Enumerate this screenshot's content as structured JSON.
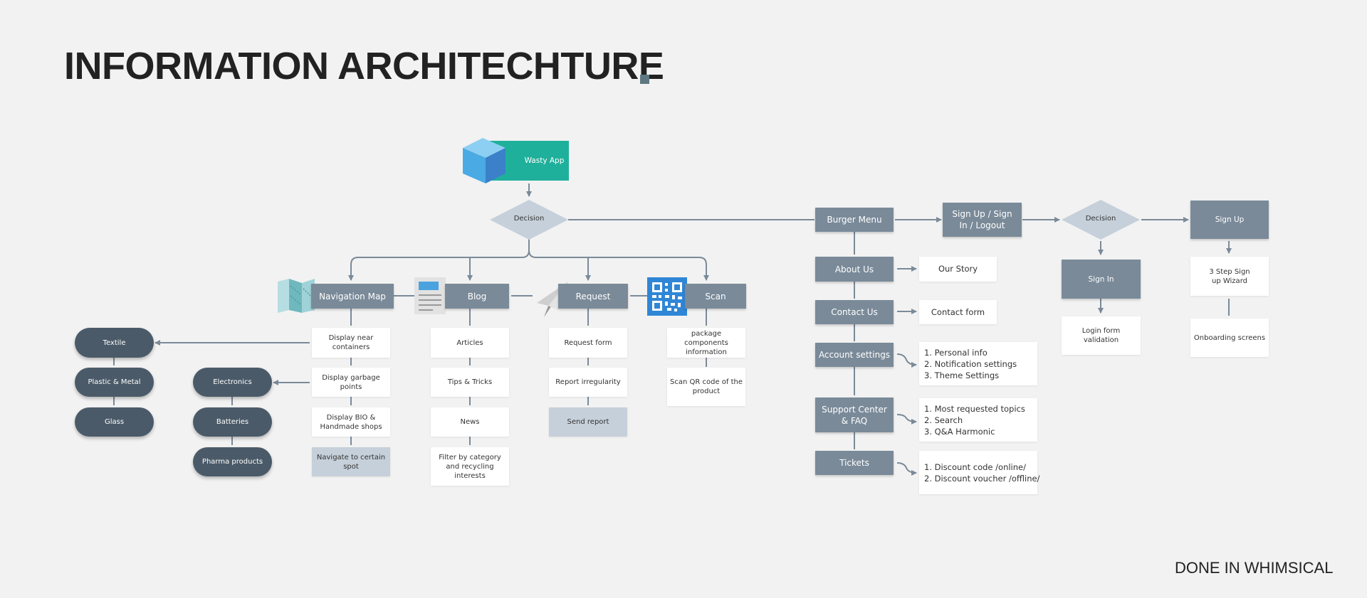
{
  "title": "INFORMATION ARCHITECHTURE",
  "footer": "DONE IN WHIMSICAL",
  "colors": {
    "header_node": "#7a8a99",
    "pill": "#4a5a68",
    "root": "#1fb09b",
    "line": "#7a8a99"
  },
  "root": {
    "label": "Wasty App",
    "icon": "cube-icon"
  },
  "decision_1": "Decision",
  "sections": {
    "navigation_map": {
      "label": "Navigation Map",
      "icon": "folded-map-icon",
      "items": [
        "Display near containers",
        "Display garbage points",
        "Display BIO & Handmade shops",
        "Navigate to certain spot"
      ]
    },
    "blog": {
      "label": "Blog",
      "icon": "document-icon",
      "items": [
        "Articles",
        "Tips & Tricks",
        "News",
        "Filter by category and recycling interests"
      ]
    },
    "request": {
      "label": "Request",
      "icon": "paper-plane-icon",
      "items": [
        "Request form",
        "Report irregularity",
        "Send report"
      ]
    },
    "scan": {
      "label": "Scan",
      "icon": "qr-code-icon",
      "items": [
        "package components information",
        "Scan QR code of the product"
      ]
    }
  },
  "container_types": [
    "Textile",
    "Plastic & Metal",
    "Glass"
  ],
  "garbage_types": [
    "Electronics",
    "Batteries",
    "Pharma products"
  ],
  "burger": {
    "label": "Burger Menu",
    "items": [
      {
        "label": "About Us",
        "detail": [
          "Our Story"
        ]
      },
      {
        "label": "Contact Us",
        "detail": [
          "Contact form"
        ]
      },
      {
        "label": "Account settings",
        "detail": [
          "1. Personal info",
          "2. Notification settings",
          "3. Theme Settings"
        ]
      },
      {
        "label": "Support Center & FAQ",
        "detail": [
          "1. Most requested topics",
          "2. Search",
          "3. Q&A Harmonic"
        ]
      },
      {
        "label": "Tickets",
        "detail": [
          "1. Discount code /online/",
          "2. Discount voucher /offline/"
        ]
      }
    ]
  },
  "auth": {
    "label": "Sign Up / Sign In / Logout",
    "decision": "Decision",
    "sign_in": {
      "label": "Sign In",
      "item": "Login form validation"
    },
    "sign_up": {
      "label": "Sign Up",
      "items": [
        "3 Step Sign up Wizard",
        "Onboarding screens"
      ]
    }
  }
}
